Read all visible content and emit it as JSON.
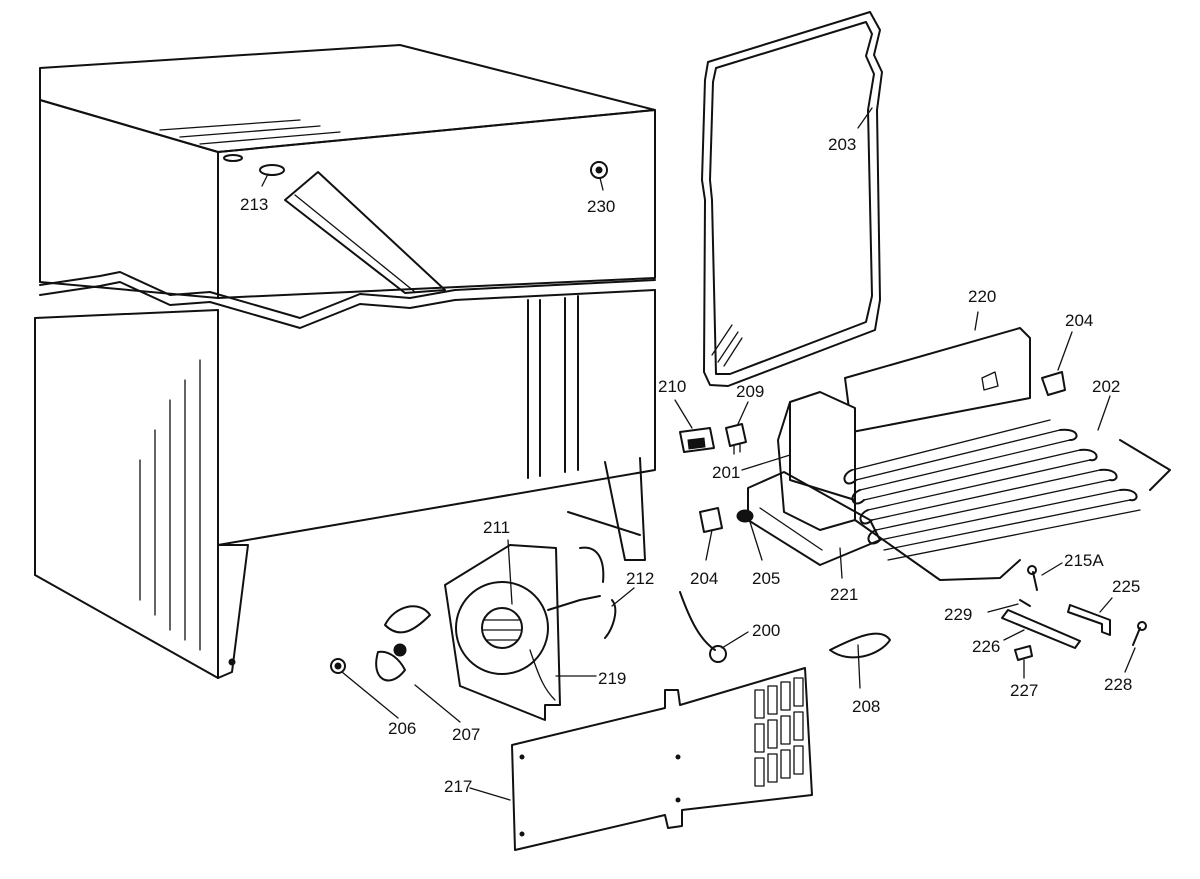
{
  "diagram": {
    "type": "exploded-parts-diagram",
    "line_color": "#111111",
    "background": "#ffffff",
    "parts": [
      {
        "id": "p200",
        "label": "200"
      },
      {
        "id": "p201",
        "label": "201"
      },
      {
        "id": "p202",
        "label": "202"
      },
      {
        "id": "p203",
        "label": "203"
      },
      {
        "id": "p204a",
        "label": "204"
      },
      {
        "id": "p204b",
        "label": "204"
      },
      {
        "id": "p205",
        "label": "205"
      },
      {
        "id": "p206",
        "label": "206"
      },
      {
        "id": "p207",
        "label": "207"
      },
      {
        "id": "p208",
        "label": "208"
      },
      {
        "id": "p209",
        "label": "209"
      },
      {
        "id": "p210",
        "label": "210"
      },
      {
        "id": "p211",
        "label": "211"
      },
      {
        "id": "p212",
        "label": "212"
      },
      {
        "id": "p213",
        "label": "213"
      },
      {
        "id": "p215a",
        "label": "215A"
      },
      {
        "id": "p217",
        "label": "217"
      },
      {
        "id": "p219",
        "label": "219"
      },
      {
        "id": "p220",
        "label": "220"
      },
      {
        "id": "p221",
        "label": "221"
      },
      {
        "id": "p225",
        "label": "225"
      },
      {
        "id": "p226",
        "label": "226"
      },
      {
        "id": "p227",
        "label": "227"
      },
      {
        "id": "p228",
        "label": "228"
      },
      {
        "id": "p229",
        "label": "229"
      },
      {
        "id": "p230",
        "label": "230"
      }
    ]
  }
}
